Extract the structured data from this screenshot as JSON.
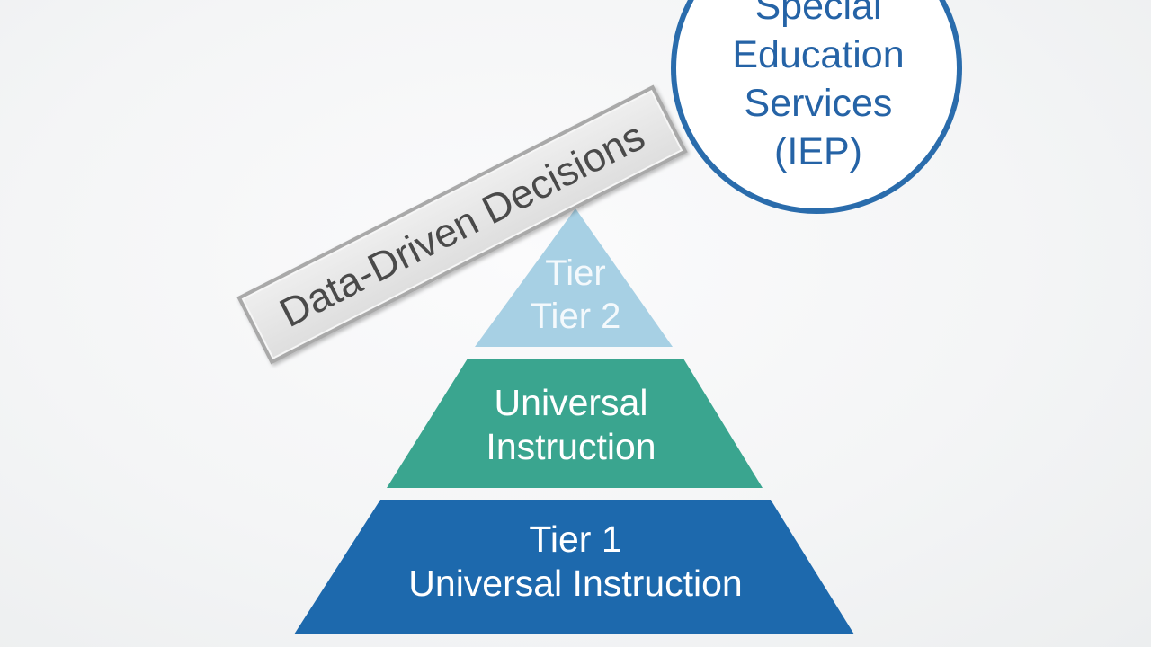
{
  "diagram": {
    "banner": {
      "label": "Data-Driven Decisions"
    },
    "circle": {
      "lines": [
        "Special",
        "Education",
        "Services",
        "(IEP)"
      ]
    },
    "pyramid": {
      "top": {
        "lines": [
          "Tier",
          "Tier 2"
        ],
        "color": "#a7d0e4"
      },
      "middle": {
        "lines": [
          "Universal",
          "Instruction"
        ],
        "color": "#3aa58f"
      },
      "base": {
        "lines": [
          "Tier 1",
          "Universal Instruction"
        ],
        "color": "#1d69ad"
      }
    },
    "colors": {
      "circle_border": "#2a6cac",
      "circle_text": "#2563a6",
      "banner_text": "#4a4a4a",
      "banner_border": "#a9a9a9"
    }
  }
}
